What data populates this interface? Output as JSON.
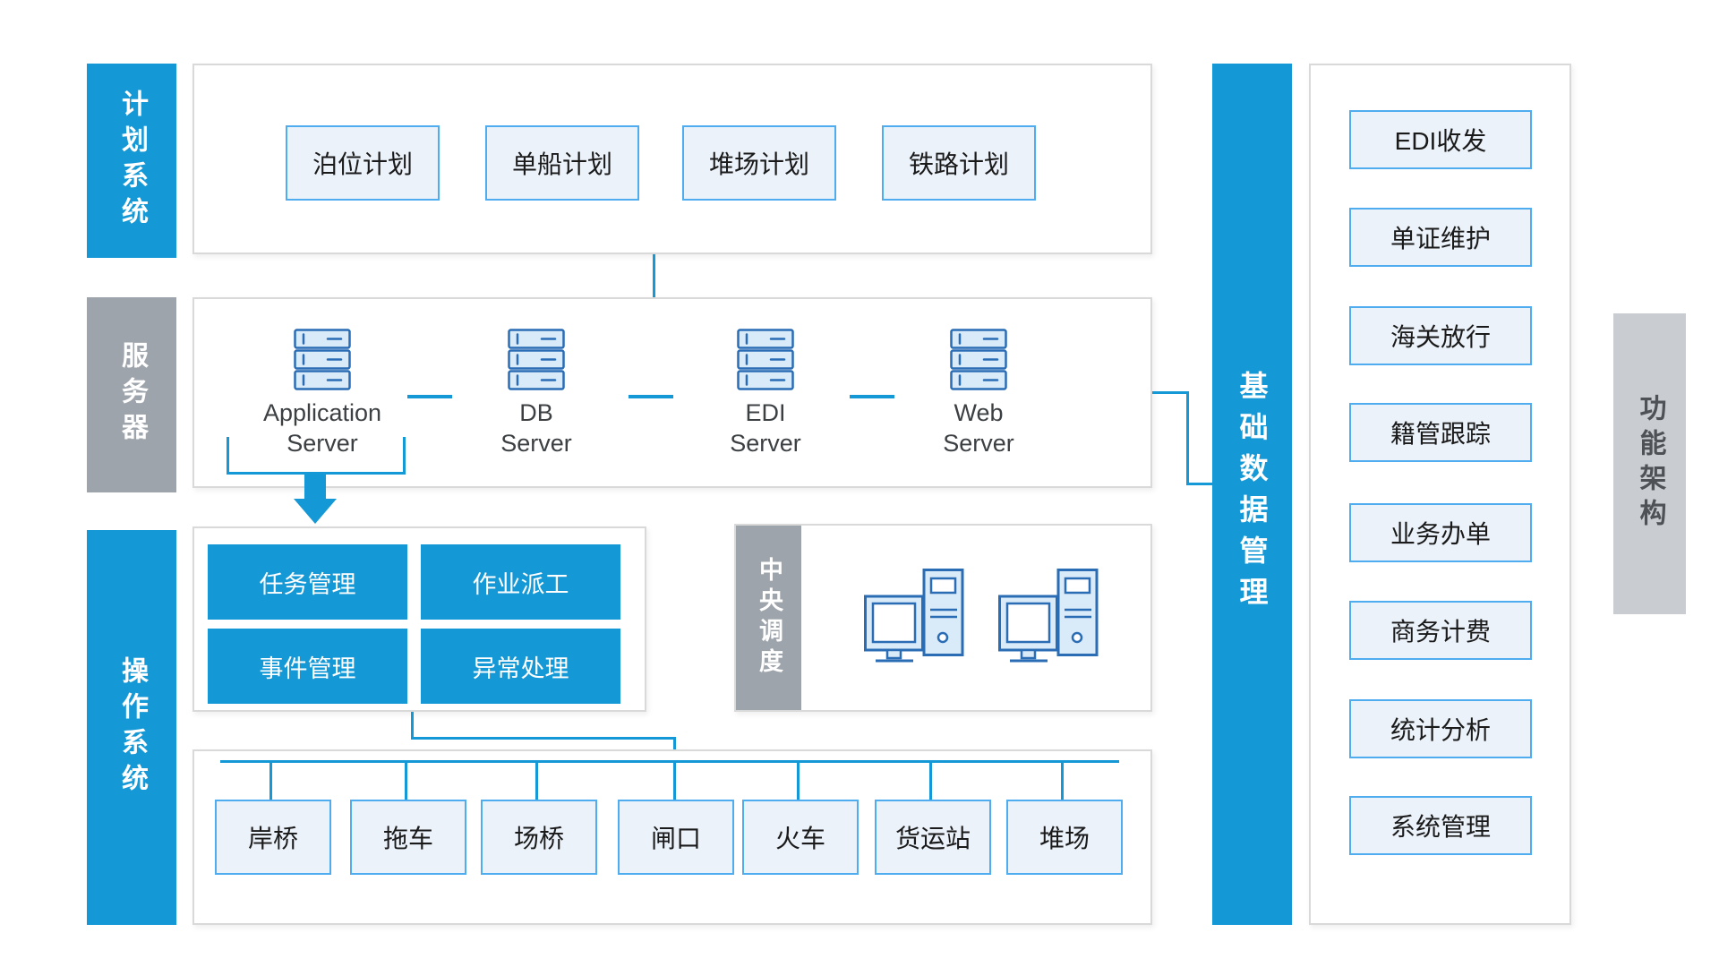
{
  "colors": {
    "accent_blue": "#1598D6",
    "gray_bar": "#9EA4AB",
    "light_gray_bar": "#C9CDD2",
    "litebox_fill": "#EBF2FA",
    "litebox_border": "#4FACEE",
    "icon_fill": "#D9EAF8",
    "icon_stroke": "#2A6DB5"
  },
  "left_bars": {
    "plan": "计划系统",
    "server": "服务器",
    "ops": "操作系统"
  },
  "plan_box": {
    "items": [
      "泊位计划",
      "单船计划",
      "堆场计划",
      "铁路计划"
    ]
  },
  "servers": {
    "items": [
      {
        "line1": "Application",
        "line2": "Server"
      },
      {
        "line1": "DB",
        "line2": "Server"
      },
      {
        "line1": "EDI",
        "line2": "Server"
      },
      {
        "line1": "Web",
        "line2": "Server"
      }
    ]
  },
  "ops_buttons": {
    "items": [
      "任务管理",
      "作业派工",
      "事件管理",
      "异常处理"
    ]
  },
  "dispatch": {
    "label": "中央调度"
  },
  "terminal_row": {
    "items": [
      "岸桥",
      "拖车",
      "场桥",
      "闸口",
      "火车",
      "货运站",
      "堆场"
    ]
  },
  "base_data_bar": {
    "label": "基础数据管理"
  },
  "right_panel": {
    "items": [
      "EDI收发",
      "单证维护",
      "海关放行",
      "籍管跟踪",
      "业务办单",
      "商务计费",
      "统计分析",
      "系统管理"
    ]
  },
  "function_arch_bar": {
    "label": "功能架构"
  }
}
